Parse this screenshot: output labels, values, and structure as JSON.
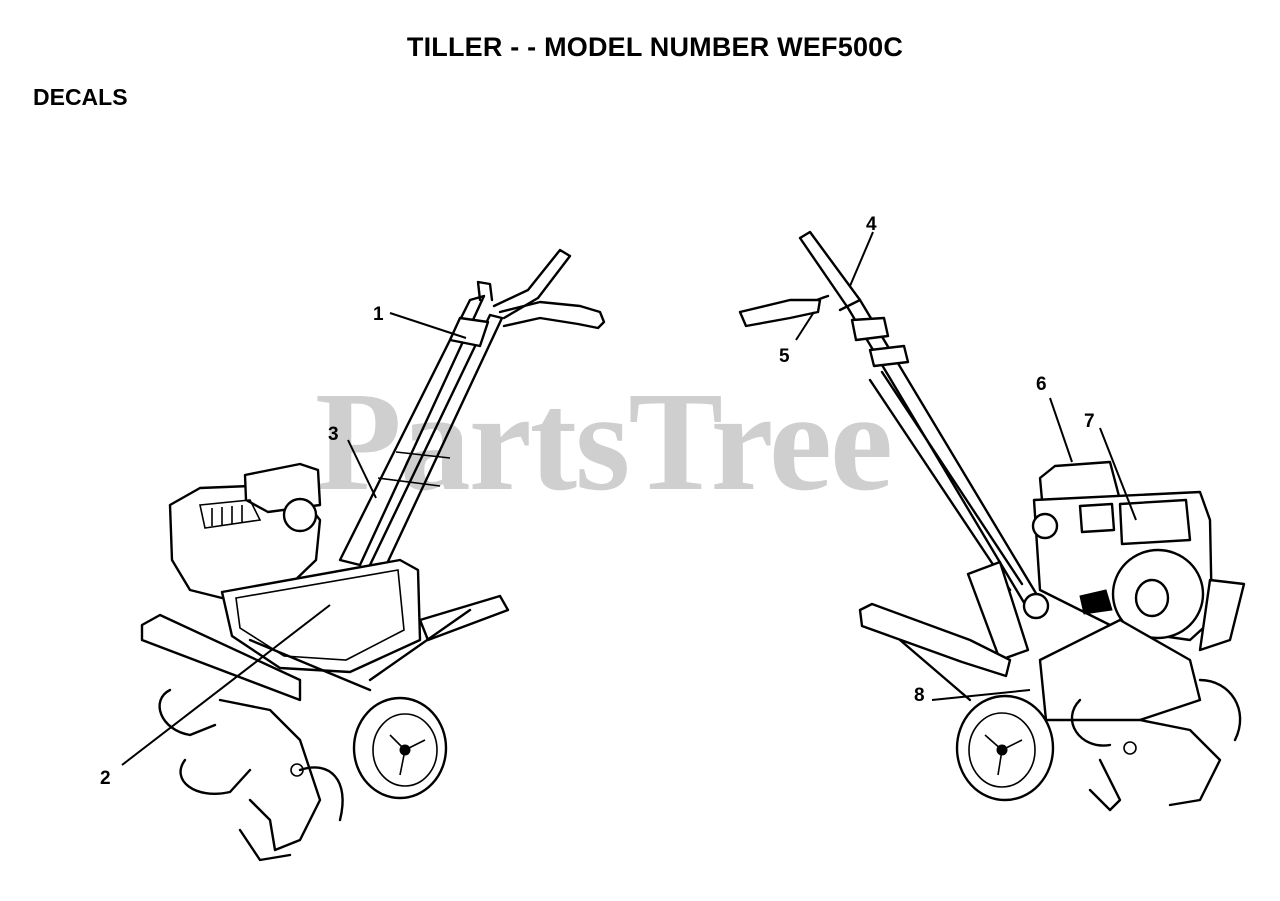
{
  "title": "TILLER - - MODEL NUMBER WEF500C",
  "section": "DECALS",
  "watermark": "PartsTree",
  "callouts": [
    {
      "id": "1",
      "label": "1"
    },
    {
      "id": "2",
      "label": "2"
    },
    {
      "id": "3",
      "label": "3"
    },
    {
      "id": "4",
      "label": "4"
    },
    {
      "id": "5",
      "label": "5"
    },
    {
      "id": "6",
      "label": "6"
    },
    {
      "id": "7",
      "label": "7"
    },
    {
      "id": "8",
      "label": "8"
    }
  ]
}
